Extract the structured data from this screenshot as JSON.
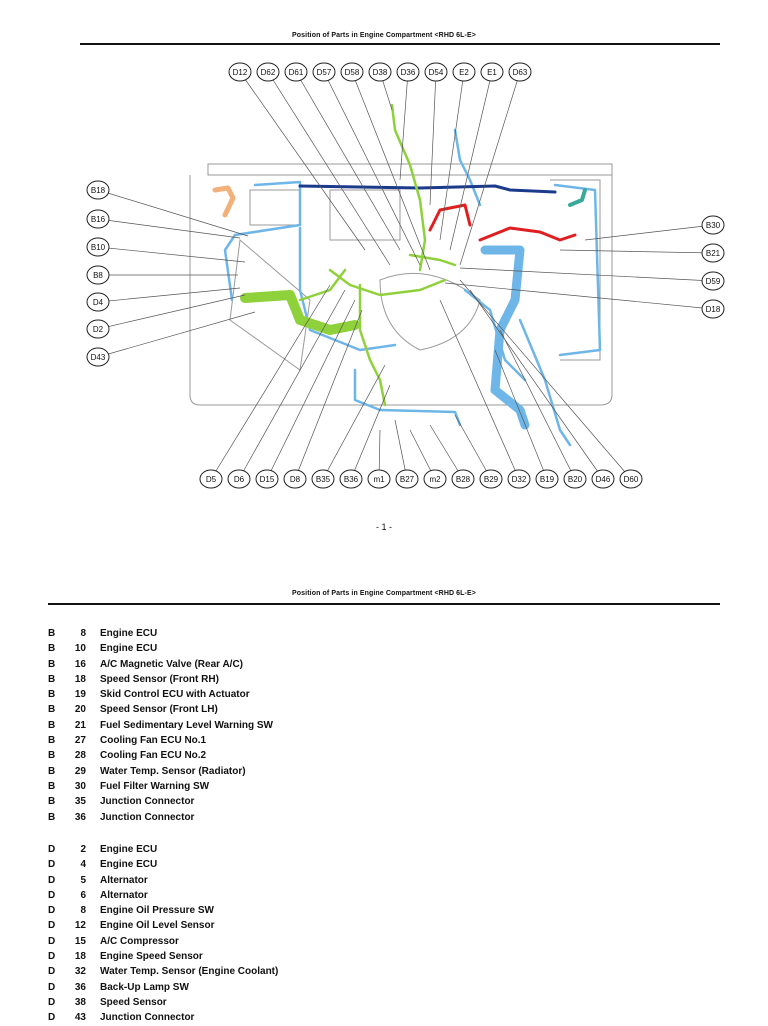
{
  "page1": {
    "title": "Position of Parts in Engine Compartment <RHD 6L-E>",
    "page_number": "- 1 -"
  },
  "diagram": {
    "callouts_top": [
      "D12",
      "D62",
      "D61",
      "D57",
      "D58",
      "D38",
      "D36",
      "D54",
      "E2",
      "E1",
      "D63"
    ],
    "callouts_left": [
      "B18",
      "B16",
      "B10",
      "B8",
      "D4",
      "D2",
      "D43"
    ],
    "callouts_right": [
      "B30",
      "B21",
      "D59",
      "D18"
    ],
    "callouts_bottom": [
      "D5",
      "D6",
      "D15",
      "D8",
      "B35",
      "B36",
      "m1",
      "B27",
      "m2",
      "B28",
      "B29",
      "D32",
      "B19",
      "B20",
      "D46",
      "D60"
    ],
    "harness_colors": {
      "green": "#8fd13a",
      "blue": "#6fb6e8",
      "dark_blue": "#1b3a8c",
      "red": "#e02020",
      "orange": "#f2b17a",
      "teal": "#3aa89a"
    }
  },
  "page2": {
    "title": "Position of Parts in Engine Compartment <RHD 6L-E>",
    "group_b": [
      {
        "prefix": "B",
        "num": "8",
        "name": "Engine ECU"
      },
      {
        "prefix": "B",
        "num": "10",
        "name": "Engine ECU"
      },
      {
        "prefix": "B",
        "num": "16",
        "name": "A/C Magnetic Valve (Rear A/C)"
      },
      {
        "prefix": "B",
        "num": "18",
        "name": "Speed Sensor (Front RH)"
      },
      {
        "prefix": "B",
        "num": "19",
        "name": "Skid Control ECU with Actuator"
      },
      {
        "prefix": "B",
        "num": "20",
        "name": "Speed Sensor (Front LH)"
      },
      {
        "prefix": "B",
        "num": "21",
        "name": "Fuel Sedimentary Level Warning SW"
      },
      {
        "prefix": "B",
        "num": "27",
        "name": "Cooling Fan ECU No.1"
      },
      {
        "prefix": "B",
        "num": "28",
        "name": "Cooling Fan ECU No.2"
      },
      {
        "prefix": "B",
        "num": "29",
        "name": "Water Temp. Sensor (Radiator)"
      },
      {
        "prefix": "B",
        "num": "30",
        "name": "Fuel Filter Warning SW"
      },
      {
        "prefix": "B",
        "num": "35",
        "name": "Junction Connector"
      },
      {
        "prefix": "B",
        "num": "36",
        "name": "Junction Connector"
      }
    ],
    "group_d": [
      {
        "prefix": "D",
        "num": "2",
        "name": "Engine ECU"
      },
      {
        "prefix": "D",
        "num": "4",
        "name": "Engine ECU"
      },
      {
        "prefix": "D",
        "num": "5",
        "name": "Alternator"
      },
      {
        "prefix": "D",
        "num": "6",
        "name": "Alternator"
      },
      {
        "prefix": "D",
        "num": "8",
        "name": "Engine Oil Pressure SW"
      },
      {
        "prefix": "D",
        "num": "12",
        "name": "Engine Oil Level Sensor"
      },
      {
        "prefix": "D",
        "num": "15",
        "name": "A/C Compressor"
      },
      {
        "prefix": "D",
        "num": "18",
        "name": "Engine Speed Sensor"
      },
      {
        "prefix": "D",
        "num": "32",
        "name": "Water Temp. Sensor (Engine Coolant)"
      },
      {
        "prefix": "D",
        "num": "36",
        "name": "Back-Up Lamp SW"
      },
      {
        "prefix": "D",
        "num": "38",
        "name": "Speed Sensor"
      },
      {
        "prefix": "D",
        "num": "43",
        "name": "Junction Connector"
      }
    ]
  }
}
